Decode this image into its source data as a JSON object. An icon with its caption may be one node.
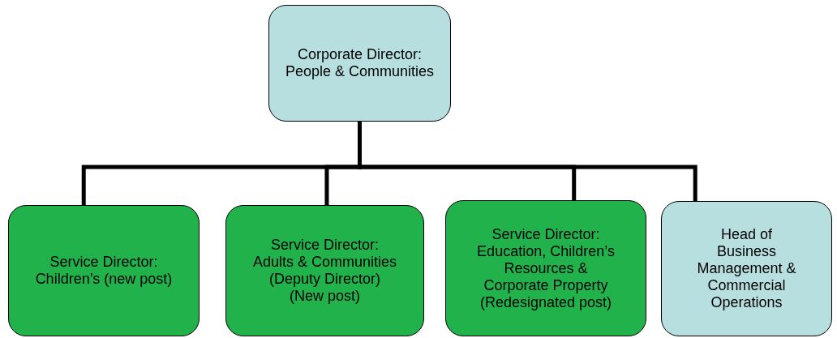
{
  "diagram": {
    "nodes": [
      {
        "text": [
          "Corporate Director: People & Communities"
        ]
      },
      {
        "text": [
          "Service Director: Children’s (new post)"
        ]
      },
      {
        "text": [
          "Service Director: Adults & Communities (Deputy Director) (New post)"
        ]
      },
      {
        "text": [
          "Service Director: Education, Children’s Resources & Corporate Property (Redesignated post)"
        ]
      },
      {
        "text": [
          "Head of Business Management & Commercial Operations"
        ]
      }
    ],
    "edges": [
      {
        "from": 0,
        "to": 1,
        "arrow": "none"
      },
      {
        "from": 0,
        "to": 2,
        "arrow": "none"
      },
      {
        "from": 0,
        "to": 3,
        "arrow": "none"
      },
      {
        "from": 0,
        "to": 4,
        "arrow": "none"
      }
    ]
  }
}
